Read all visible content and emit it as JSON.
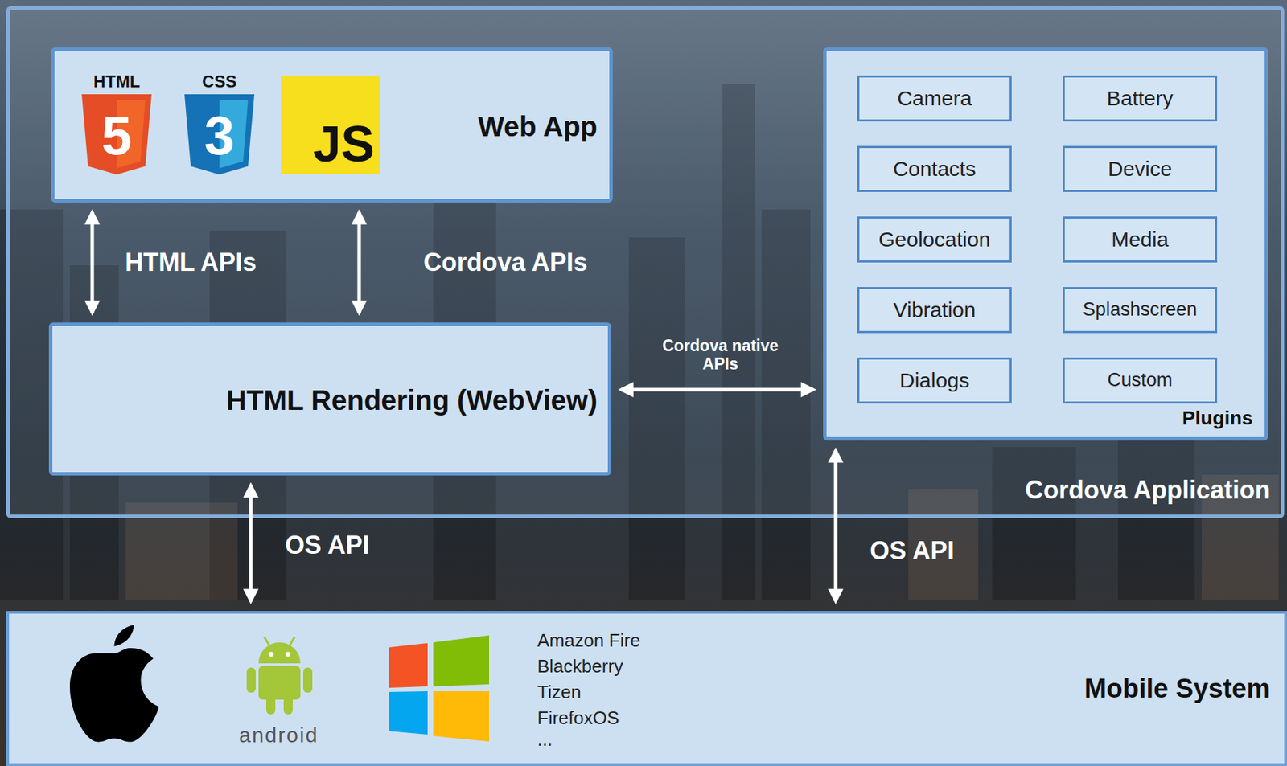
{
  "diagram": {
    "nodes": [
      {
        "text": [
          "Cordova Application"
        ]
      },
      {
        "text": [
          "Web App"
        ],
        "in": 0
      },
      {
        "text": [
          "HTML Rendering (WebView)"
        ],
        "in": 0
      },
      {
        "text": [
          "Plugins"
        ],
        "in": 0
      },
      {
        "text": [
          "Camera"
        ],
        "in": 3
      },
      {
        "text": [
          "Battery"
        ],
        "in": 3
      },
      {
        "text": [
          "Contacts"
        ],
        "in": 3
      },
      {
        "text": [
          "Device"
        ],
        "in": 3
      },
      {
        "text": [
          "Geolocation"
        ],
        "in": 3
      },
      {
        "text": [
          "Media"
        ],
        "in": 3
      },
      {
        "text": [
          "Vibration"
        ],
        "in": 3
      },
      {
        "text": [
          "Splashscreen"
        ],
        "in": 3
      },
      {
        "text": [
          "Dialogs"
        ],
        "in": 3
      },
      {
        "text": [
          "Custom"
        ],
        "in": 3
      },
      {
        "text": [
          "Amazon Fire",
          "Blackberry",
          "Tizen",
          "FirefoxOS",
          "...",
          "Mobile System"
        ]
      }
    ],
    "edges": [
      {
        "from": 1,
        "to": 2,
        "label": "HTML APIs",
        "arrow": "both"
      },
      {
        "from": 1,
        "to": 2,
        "label": "Cordova APIs",
        "arrow": "both"
      },
      {
        "from": 2,
        "to": 3,
        "label": "Cordova native APIs",
        "arrow": "both"
      },
      {
        "from": 2,
        "to": 14,
        "label": "OS API",
        "arrow": "both"
      },
      {
        "from": 3,
        "to": 14,
        "label": "OS API",
        "arrow": "both"
      }
    ],
    "labels": [
      "HTML",
      "5",
      "CSS",
      "3",
      "JS",
      "android"
    ]
  }
}
